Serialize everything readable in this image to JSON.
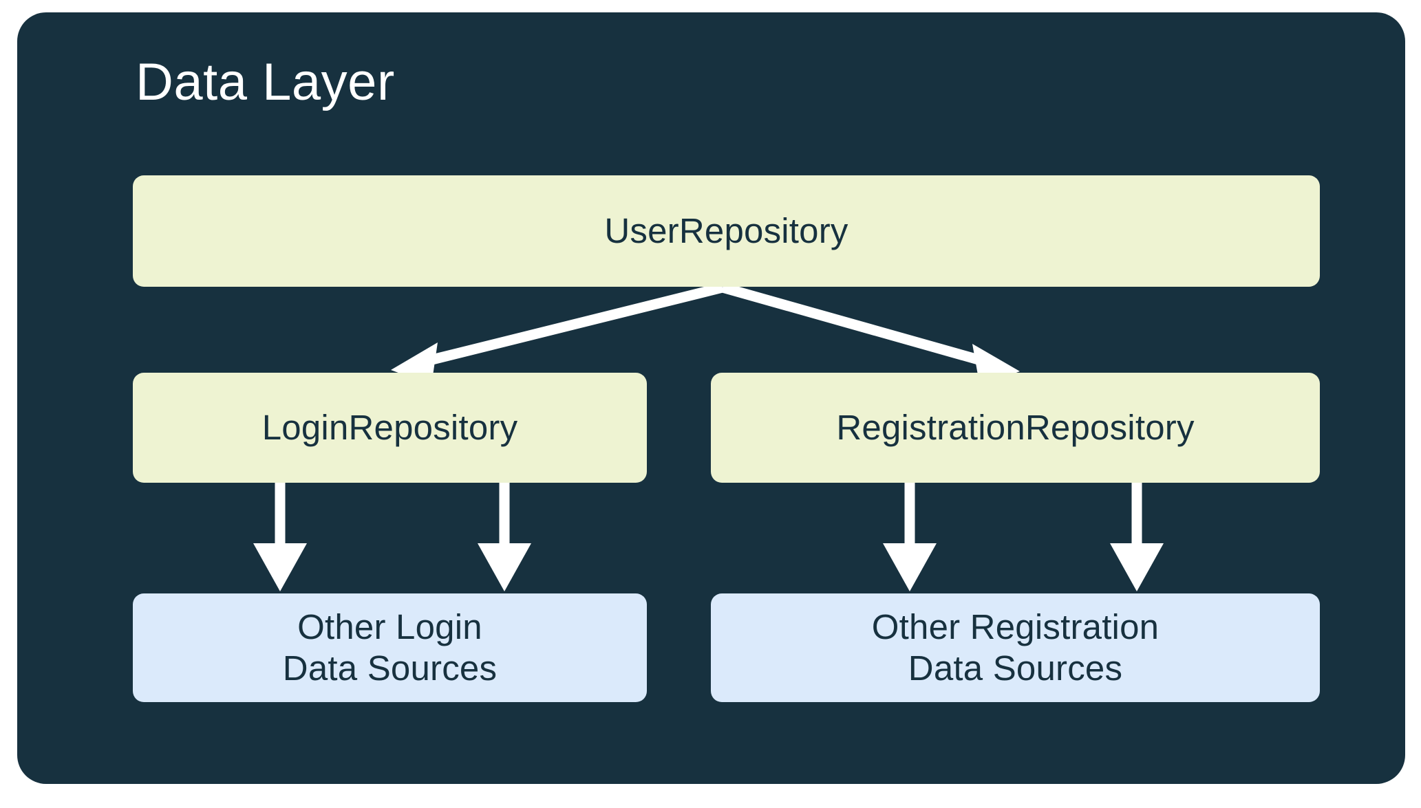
{
  "diagram": {
    "title": "Data Layer",
    "title_color": "#FFFFFF",
    "panel_color": "#17313F",
    "repository_box_color": "#EEF3D2",
    "data_source_box_color": "#DBEAFB",
    "connector_color": "#FFFFFF",
    "text_color": "#17313F",
    "nodes": [
      {
        "id": "user-repository",
        "label": "UserRepository",
        "type": "repository"
      },
      {
        "id": "login-repository",
        "label": "LoginRepository",
        "type": "repository"
      },
      {
        "id": "registration-repository",
        "label": "RegistrationRepository",
        "type": "repository"
      },
      {
        "id": "other-login-sources",
        "label": "Other Login\nData Sources",
        "type": "data-source"
      },
      {
        "id": "other-registration-sources",
        "label": "Other Registration\nData Sources",
        "type": "data-source"
      }
    ],
    "edges": [
      {
        "from": "user-repository",
        "to": "login-repository",
        "style": "arrow"
      },
      {
        "from": "user-repository",
        "to": "registration-repository",
        "style": "arrow"
      },
      {
        "from": "login-repository",
        "to": "other-login-sources",
        "style": "arrow"
      },
      {
        "from": "login-repository",
        "to": "other-login-sources",
        "style": "arrow"
      },
      {
        "from": "registration-repository",
        "to": "other-registration-sources",
        "style": "arrow"
      },
      {
        "from": "registration-repository",
        "to": "other-registration-sources",
        "style": "arrow"
      }
    ]
  }
}
